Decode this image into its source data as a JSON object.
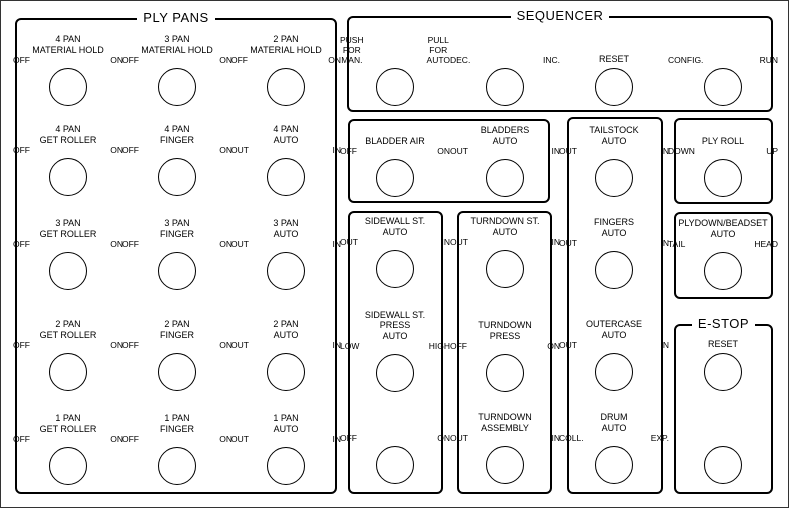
{
  "groups": {
    "ply_pans": "PLY PANS",
    "sequencer": "SEQUENCER",
    "estop": "E-STOP"
  },
  "controls": [
    {
      "label": [
        "4 PAN",
        "MATERIAL HOLD"
      ],
      "left": "OFF",
      "right": "ON"
    },
    {
      "label": [
        "3 PAN",
        "MATERIAL HOLD"
      ],
      "left": "OFF",
      "right": "ON"
    },
    {
      "label": [
        "2 PAN",
        "MATERIAL HOLD"
      ],
      "left": "OFF",
      "right": "ON"
    },
    {
      "label": [
        "4 PAN",
        "GET ROLLER"
      ],
      "left": "OFF",
      "right": "ON"
    },
    {
      "label": [
        "4 PAN",
        "FINGER"
      ],
      "left": "OFF",
      "right": "ON"
    },
    {
      "label": [
        "4 PAN",
        "AUTO"
      ],
      "left": "OUT",
      "right": "IN"
    },
    {
      "label": [
        "3 PAN",
        "GET ROLLER"
      ],
      "left": "OFF",
      "right": "ON"
    },
    {
      "label": [
        "3 PAN",
        "FINGER"
      ],
      "left": "OFF",
      "right": "ON"
    },
    {
      "label": [
        "3 PAN",
        "AUTO"
      ],
      "left": "OUT",
      "right": "IN"
    },
    {
      "label": [
        "2 PAN",
        "GET ROLLER"
      ],
      "left": "OFF",
      "right": "ON"
    },
    {
      "label": [
        "2 PAN",
        "FINGER"
      ],
      "left": "OFF",
      "right": "ON"
    },
    {
      "label": [
        "2 PAN",
        "AUTO"
      ],
      "left": "OUT",
      "right": "IN"
    },
    {
      "label": [
        "1 PAN",
        "GET ROLLER"
      ],
      "left": "OFF",
      "right": "ON"
    },
    {
      "label": [
        "1 PAN",
        "FINGER"
      ],
      "left": "OFF",
      "right": "ON"
    },
    {
      "label": [
        "1 PAN",
        "AUTO"
      ],
      "left": "OUT",
      "right": "IN"
    },
    {
      "label": [],
      "left": "PUSH\nFOR\nMAN.",
      "right": "PULL\nFOR\nAUTO"
    },
    {
      "label": [],
      "left": "DEC.",
      "right": "INC."
    },
    {
      "label": [
        "RESET"
      ],
      "left": "",
      "right": ""
    },
    {
      "label": [],
      "left": "CONFIG.",
      "right": "RUN"
    },
    {
      "label": [
        "BLADDER AIR"
      ],
      "left": "OFF",
      "right": "ON"
    },
    {
      "label": [
        "BLADDERS",
        "AUTO"
      ],
      "left": "OUT",
      "right": "IN"
    },
    {
      "label": [
        "TAILSTOCK",
        "AUTO"
      ],
      "left": "OUT",
      "right": "IN"
    },
    {
      "label": [
        "PLY ROLL"
      ],
      "left": "DOWN",
      "right": "UP"
    },
    {
      "label": [
        "SIDEWALL ST.",
        "AUTO"
      ],
      "left": "OUT",
      "right": "IN"
    },
    {
      "label": [
        "TURNDOWN ST.",
        "AUTO"
      ],
      "left": "OUT",
      "right": "IN"
    },
    {
      "label": [
        "FINGERS",
        "AUTO"
      ],
      "left": "OUT",
      "right": "IN"
    },
    {
      "label": [
        "PLYDOWN/BEADSET",
        "AUTO"
      ],
      "left": "TAIL",
      "right": "HEAD"
    },
    {
      "label": [
        "SIDEWALL ST.",
        "PRESS",
        "AUTO"
      ],
      "left": "LOW",
      "right": "HIGH"
    },
    {
      "label": [
        "TURNDOWN",
        "PRESS"
      ],
      "left": "OFF",
      "right": "ON"
    },
    {
      "label": [
        "OUTERCASE",
        "AUTO"
      ],
      "left": "OUT",
      "right": "IN"
    },
    {
      "label": [
        "RESET"
      ],
      "left": "",
      "right": ""
    },
    {
      "label": [],
      "left": "OFF",
      "right": "ON"
    },
    {
      "label": [
        "TURNDOWN",
        "ASSEMBLY"
      ],
      "left": "OUT",
      "right": "IN"
    },
    {
      "label": [
        "DRUM",
        "AUTO"
      ],
      "left": "COLL.",
      "right": "EXP."
    },
    {
      "label": [],
      "left": "",
      "right": ""
    }
  ]
}
